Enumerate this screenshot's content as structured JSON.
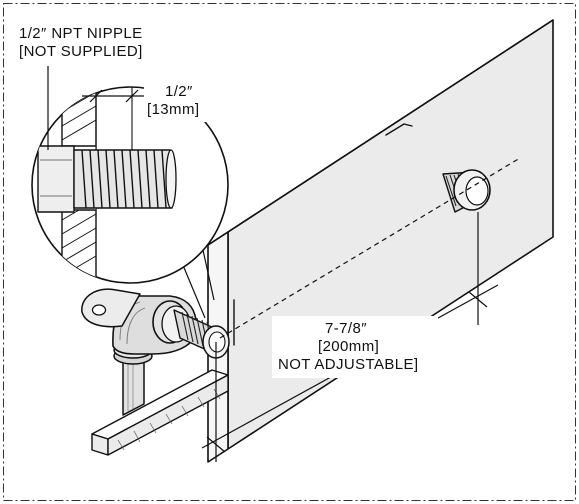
{
  "labels": {
    "nipple_line1": "1/2″ NPT NIPPLE",
    "nipple_line2": "[NOT SUPPLIED]",
    "thread_dim_line1": "1/2″",
    "thread_dim_line2": "[13mm]",
    "spacing_line1": "7-7/8″",
    "spacing_line2": "[200mm]",
    "spacing_line3": "NOT ADJUSTABLE]"
  },
  "colors": {
    "line": "#111111",
    "wall": "#ebebeb",
    "metal": "#dcdcdc",
    "background": "#ffffff"
  }
}
